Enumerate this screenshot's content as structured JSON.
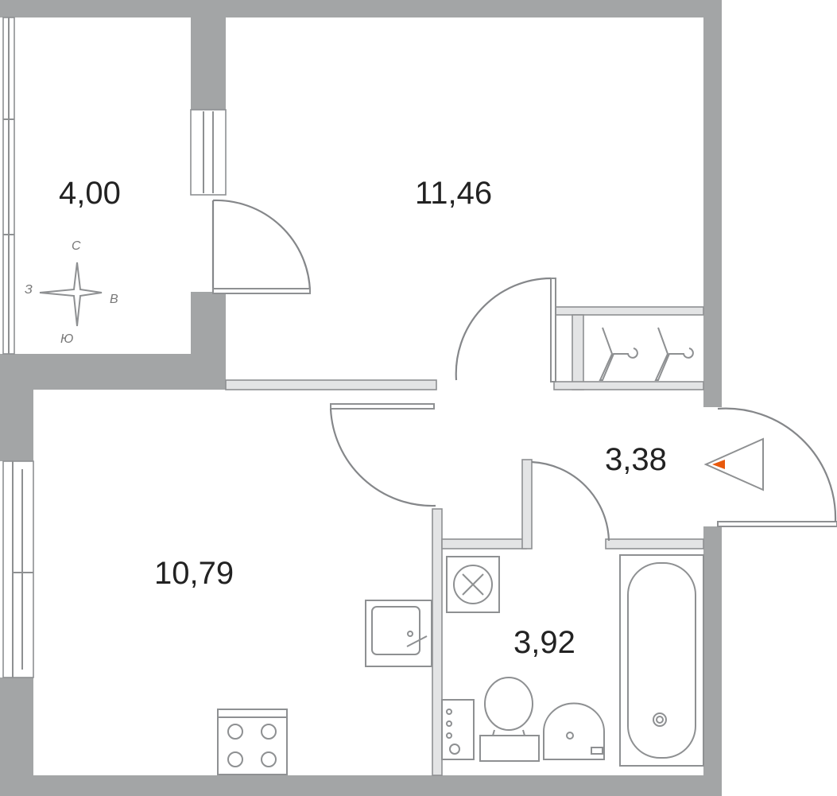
{
  "rooms": [
    {
      "id": "loggia",
      "area": "4,00"
    },
    {
      "id": "room",
      "area": "11,46"
    },
    {
      "id": "hall",
      "area": "3,38"
    },
    {
      "id": "kitchen",
      "area": "10,79"
    },
    {
      "id": "bathroom",
      "area": "3,92"
    }
  ],
  "compass": {
    "north": "С",
    "south": "Ю",
    "east": "В",
    "west": "З"
  },
  "colors": {
    "wall": "#a3a5a6",
    "entrance_marker": "#e8590c",
    "text": "#222222"
  }
}
